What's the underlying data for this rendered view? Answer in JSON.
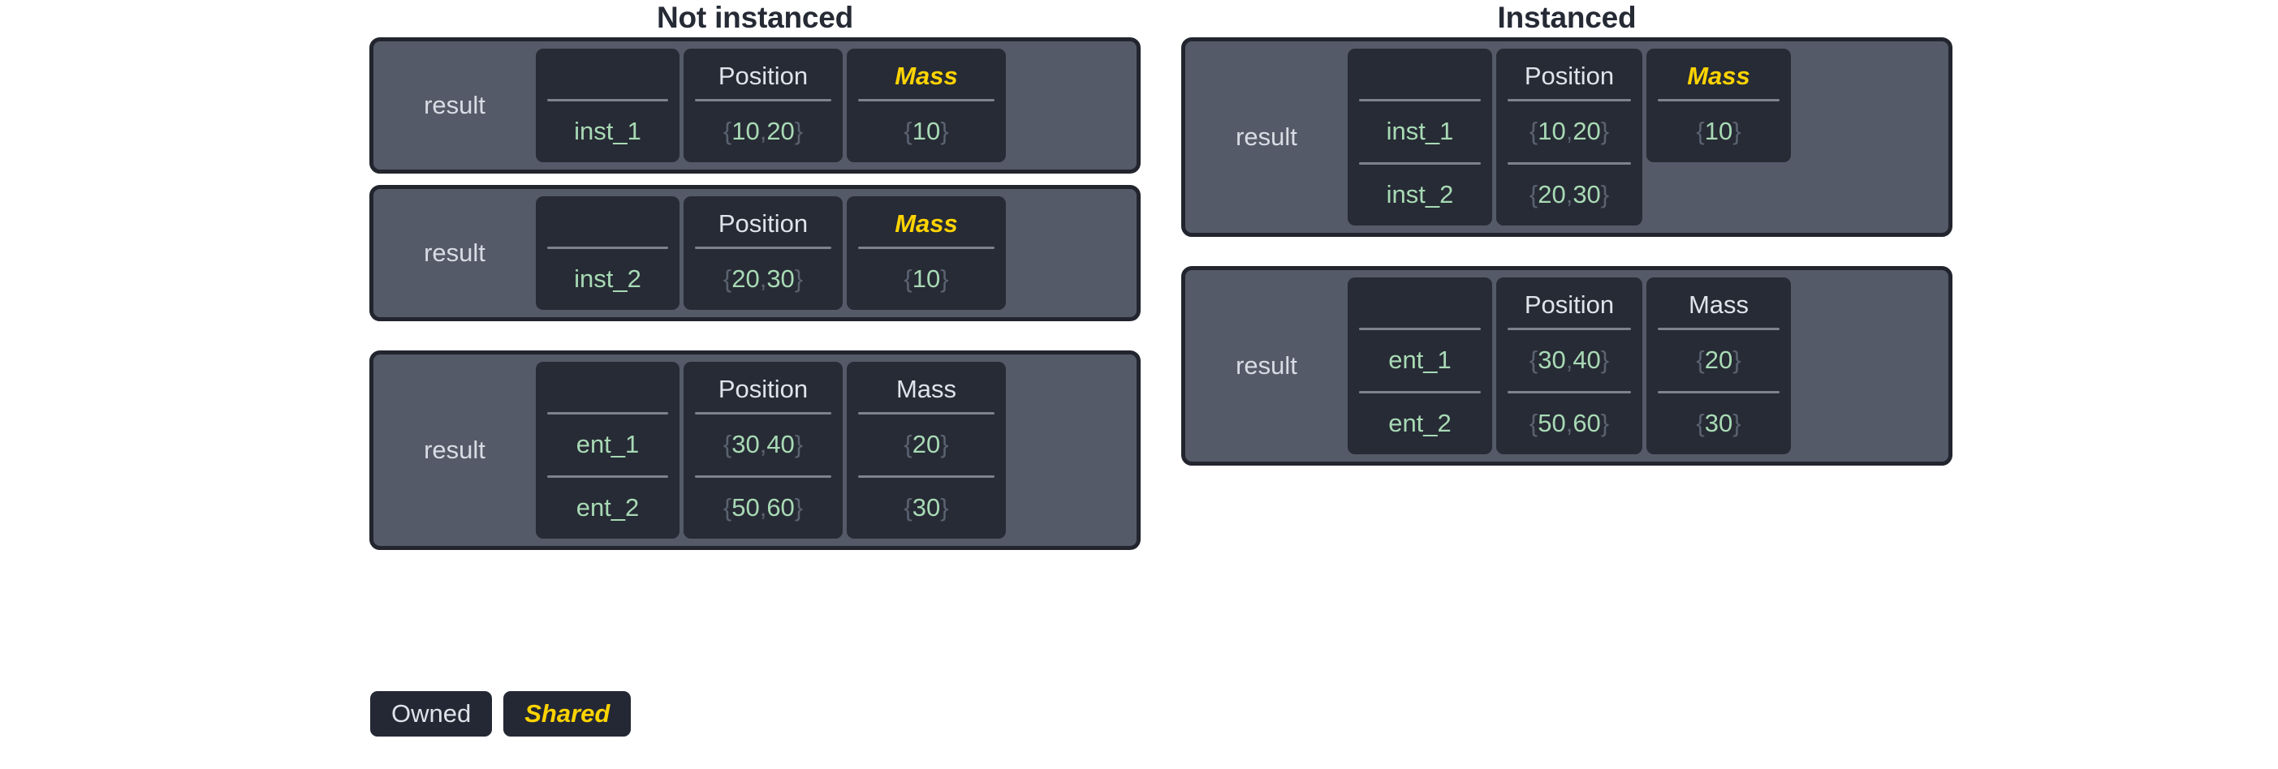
{
  "columns": [
    {
      "id": "not-instanced",
      "title": "Not instanced",
      "panels": [
        {
          "result_label": "result",
          "columns": [
            {
              "kind": "id",
              "header": "",
              "shared": false,
              "rows": [
                "inst_1"
              ]
            },
            {
              "kind": "pos",
              "header": "Position",
              "shared": false,
              "rows": [
                "{10, 20}"
              ]
            },
            {
              "kind": "mass",
              "header": "Mass",
              "shared": true,
              "rows": [
                "{10}"
              ]
            }
          ]
        },
        {
          "result_label": "result",
          "columns": [
            {
              "kind": "id",
              "header": "",
              "shared": false,
              "rows": [
                "inst_2"
              ]
            },
            {
              "kind": "pos",
              "header": "Position",
              "shared": false,
              "rows": [
                "{20, 30}"
              ]
            },
            {
              "kind": "mass",
              "header": "Mass",
              "shared": true,
              "rows": [
                "{10}"
              ]
            }
          ]
        },
        {
          "result_label": "result",
          "columns": [
            {
              "kind": "id",
              "header": "",
              "shared": false,
              "rows": [
                "ent_1",
                "ent_2"
              ]
            },
            {
              "kind": "pos",
              "header": "Position",
              "shared": false,
              "rows": [
                "{30, 40}",
                "{50, 60}"
              ]
            },
            {
              "kind": "mass",
              "header": "Mass",
              "shared": false,
              "rows": [
                "{20}",
                "{30}"
              ]
            }
          ]
        }
      ]
    },
    {
      "id": "instanced",
      "title": "Instanced",
      "panels": [
        {
          "result_label": "result",
          "columns": [
            {
              "kind": "id",
              "header": "",
              "shared": false,
              "rows": [
                "inst_1",
                "inst_2"
              ]
            },
            {
              "kind": "pos",
              "header": "Position",
              "shared": false,
              "rows": [
                "{10, 20}",
                "{20, 30}"
              ]
            },
            {
              "kind": "mass",
              "header": "Mass",
              "shared": true,
              "rows": [
                "{10}"
              ]
            }
          ]
        },
        {
          "result_label": "result",
          "columns": [
            {
              "kind": "id",
              "header": "",
              "shared": false,
              "rows": [
                "ent_1",
                "ent_2"
              ]
            },
            {
              "kind": "pos",
              "header": "Position",
              "shared": false,
              "rows": [
                "{30, 40}",
                "{50, 60}"
              ]
            },
            {
              "kind": "mass",
              "header": "Mass",
              "shared": false,
              "rows": [
                "{20}",
                "{30}"
              ]
            }
          ]
        }
      ]
    }
  ],
  "legend": [
    {
      "label": "Owned",
      "shared": false
    },
    {
      "label": "Shared",
      "shared": true
    }
  ],
  "colors": {
    "page_background": "#ffffff",
    "title_text": "#252a35",
    "panel_background": "#545a68",
    "panel_border": "#22252e",
    "column_card_background": "#272b35",
    "header_text_owned": "#dfe3ea",
    "header_text_shared": "#ffd400",
    "value_text": "#a8dab5",
    "brace_text": "#5a6270",
    "divider": "#7c838f",
    "legend_chip_background": "#242834"
  }
}
